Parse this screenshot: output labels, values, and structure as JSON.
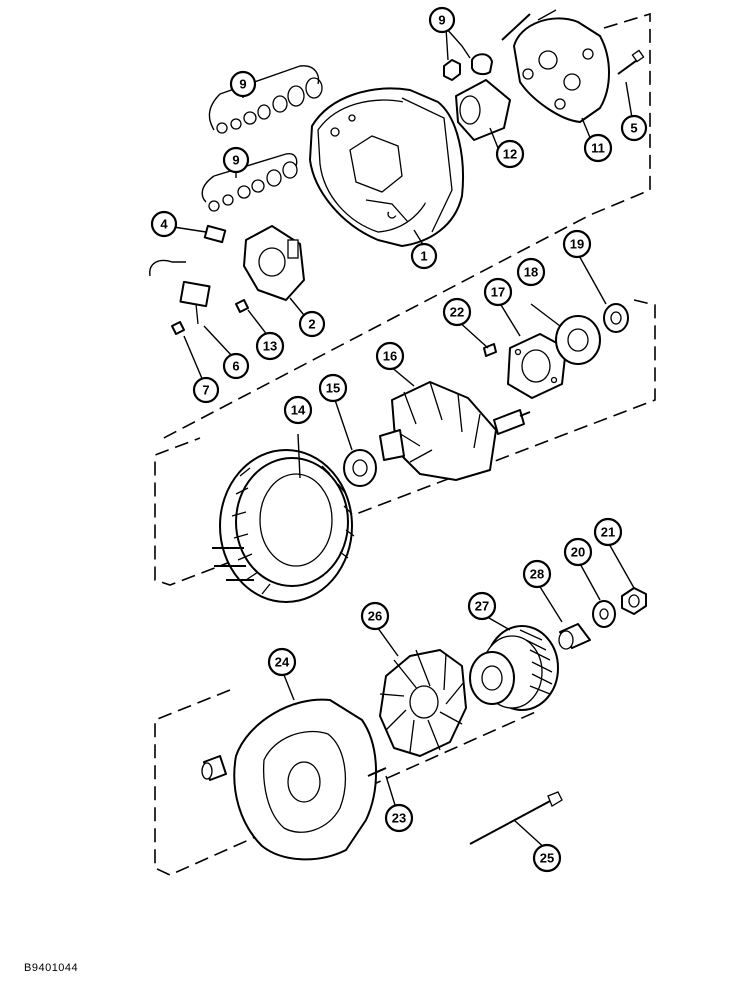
{
  "document_code": "B9401044",
  "callouts": [
    {
      "id": "c1",
      "label": "1"
    },
    {
      "id": "c2",
      "label": "2"
    },
    {
      "id": "c4",
      "label": "4"
    },
    {
      "id": "c5",
      "label": "5"
    },
    {
      "id": "c6",
      "label": "6"
    },
    {
      "id": "c7",
      "label": "7"
    },
    {
      "id": "c9a",
      "label": "9"
    },
    {
      "id": "c9b",
      "label": "9"
    },
    {
      "id": "c9c",
      "label": "9"
    },
    {
      "id": "c11",
      "label": "11"
    },
    {
      "id": "c12",
      "label": "12"
    },
    {
      "id": "c13",
      "label": "13"
    },
    {
      "id": "c14",
      "label": "14"
    },
    {
      "id": "c15",
      "label": "15"
    },
    {
      "id": "c16",
      "label": "16"
    },
    {
      "id": "c17",
      "label": "17"
    },
    {
      "id": "c18",
      "label": "18"
    },
    {
      "id": "c19",
      "label": "19"
    },
    {
      "id": "c20",
      "label": "20"
    },
    {
      "id": "c21",
      "label": "21"
    },
    {
      "id": "c22",
      "label": "22"
    },
    {
      "id": "c23",
      "label": "23"
    },
    {
      "id": "c24",
      "label": "24"
    },
    {
      "id": "c25",
      "label": "25"
    },
    {
      "id": "c26",
      "label": "26"
    },
    {
      "id": "c27",
      "label": "27"
    },
    {
      "id": "c28",
      "label": "28"
    }
  ]
}
